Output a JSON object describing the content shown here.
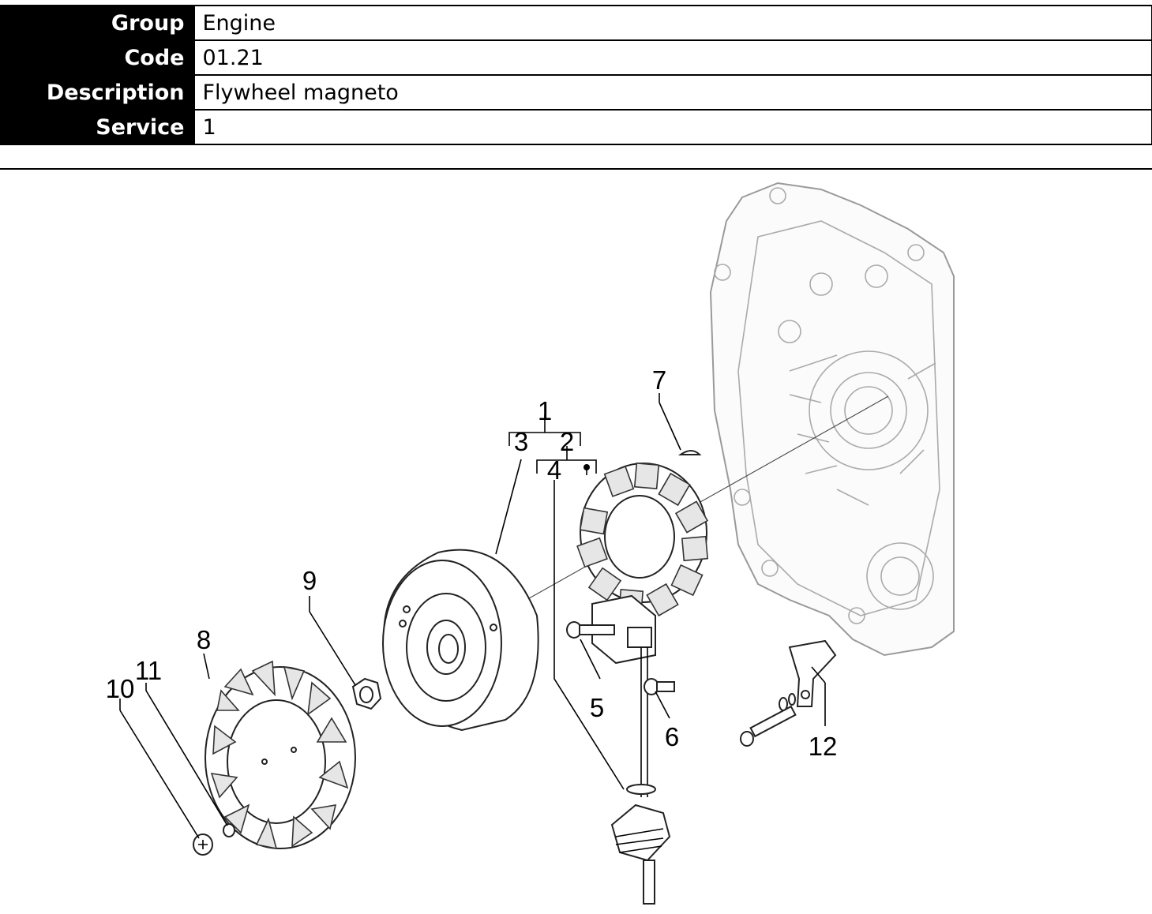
{
  "info": [
    {
      "label": "Group",
      "value": "Engine"
    },
    {
      "label": "Code",
      "value": "01.21"
    },
    {
      "label": "Description",
      "value": "Flywheel magneto"
    },
    {
      "label": "Service",
      "value": "1"
    }
  ],
  "callouts": [
    "1",
    "2",
    "3",
    "4",
    "5",
    "6",
    "7",
    "8",
    "9",
    "10",
    "11",
    "12"
  ]
}
